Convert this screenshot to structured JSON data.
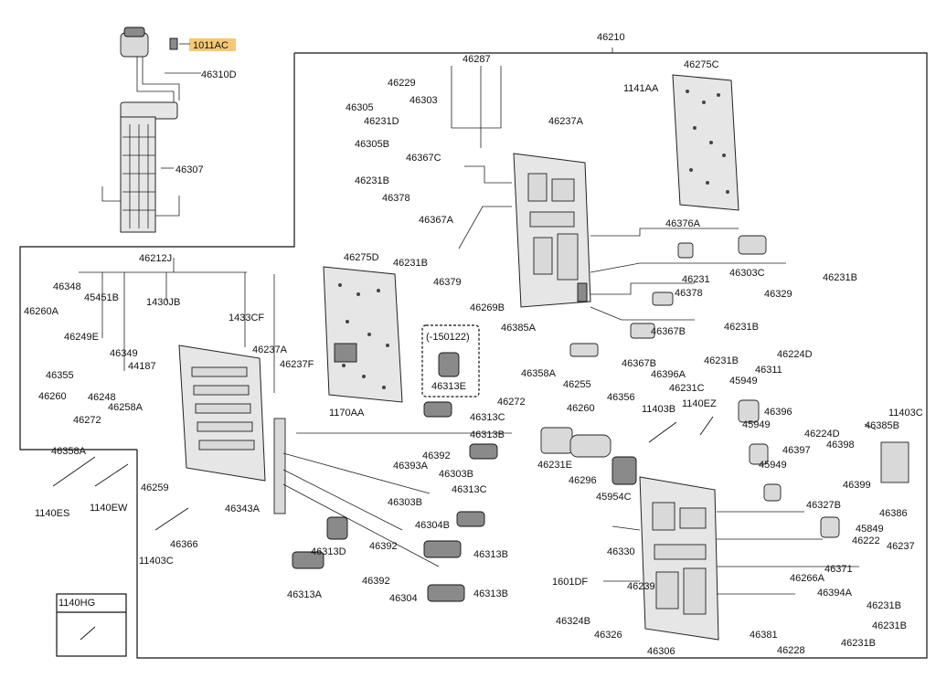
{
  "diagram": {
    "highlight_color": "#f7c873",
    "line_color": "#222222",
    "labels": {
      "c1011ac": "1011AC",
      "c46310d": "46310D",
      "c46307": "46307",
      "c46210": "46210",
      "c46287": "46287",
      "c46275c": "46275C",
      "c1141aa": "1141AA",
      "c46229": "46229",
      "c46303": "46303",
      "c46305": "46305",
      "c46231d": "46231D",
      "c46305b": "46305B",
      "c46237a_top": "46237A",
      "c46367c": "46367C",
      "c46231b_a": "46231B",
      "c46378_a": "46378",
      "c46376a": "46376A",
      "c46367a": "46367A",
      "c46231b_b": "46231B",
      "c46231_a": "46231",
      "c46303c": "46303C",
      "c46231b_c": "46231B",
      "c46379": "46379",
      "c46329": "46329",
      "c46378_b": "46378",
      "c46269b": "46269B",
      "c46385a": "46385A",
      "c46367b_a": "46367B",
      "c46231b_d": "46231B",
      "c46212j": "46212J",
      "c46275d": "46275D",
      "c46348": "46348",
      "c45451b": "45451B",
      "c1430jb": "1430JB",
      "c46260a": "46260A",
      "c1433cf": "1433CF",
      "c46249e": "46249E",
      "c46349": "46349",
      "c46237a_mid": "46237A",
      "c46237f": "46237F",
      "c46355": "46355",
      "c44187": "44187",
      "c46260_a": "46260",
      "c46248": "46248",
      "c46258a": "46258A",
      "c46272_a": "46272",
      "c46358a_a": "46358A",
      "c_150122": "(-150122)",
      "c46313e": "46313E",
      "c46358a_b": "46358A",
      "c46272_b": "46272",
      "c46260_b": "46260",
      "c46255": "46255",
      "c46356": "46356",
      "c46367b_b": "46367B",
      "c46396a": "46396A",
      "c46231c": "46231C",
      "c46231b_e": "46231B",
      "c46224d_a": "46224D",
      "c46311": "46311",
      "c45949_a": "45949",
      "c46396": "46396",
      "c1170aa": "1170AA",
      "c46313c_a": "46313C",
      "c46313b_a": "46313B",
      "c11403b": "11403B",
      "c1140ez": "1140EZ",
      "c11403c_a": "11403C",
      "c45949_b": "45949",
      "c46385b": "46385B",
      "c46392_a": "46392",
      "c46303b_a": "46303B",
      "c46224d_b": "46224D",
      "c46397": "46397",
      "c46398": "46398",
      "c46393a": "46393A",
      "c46231e": "46231E",
      "c46296": "46296",
      "c45949_c": "45949",
      "c46399": "46399",
      "c1140es": "1140ES",
      "c1140ew": "1140EW",
      "c46259": "46259",
      "c46313c_b": "46313C",
      "c45954c": "45954C",
      "c46327b": "46327B",
      "c46386": "46386",
      "c46303b_b": "46303B",
      "c46343a": "46343A",
      "c46304b": "46304B",
      "c45849": "45849",
      "c46366": "46366",
      "c46222": "46222",
      "c46237": "46237",
      "c11403c_b": "11403C",
      "c46313d": "46313D",
      "c46392_b": "46392",
      "c46313b_b": "46313B",
      "c46330": "46330",
      "c46371": "46371",
      "c46392_c": "46392",
      "c1601df": "1601DF",
      "c46239": "46239",
      "c46266a": "46266A",
      "c46231b_f": "46231B",
      "c46313a": "46313A",
      "c46304": "46304",
      "c46313b_c": "46313B",
      "c46394a": "46394A",
      "c1140hg": "1140HG",
      "c46324b": "46324B",
      "c46326": "46326",
      "c46306": "46306",
      "c46381": "46381",
      "c46228": "46228",
      "c46231b_g": "46231B",
      "c46231b_h": "46231B"
    }
  }
}
